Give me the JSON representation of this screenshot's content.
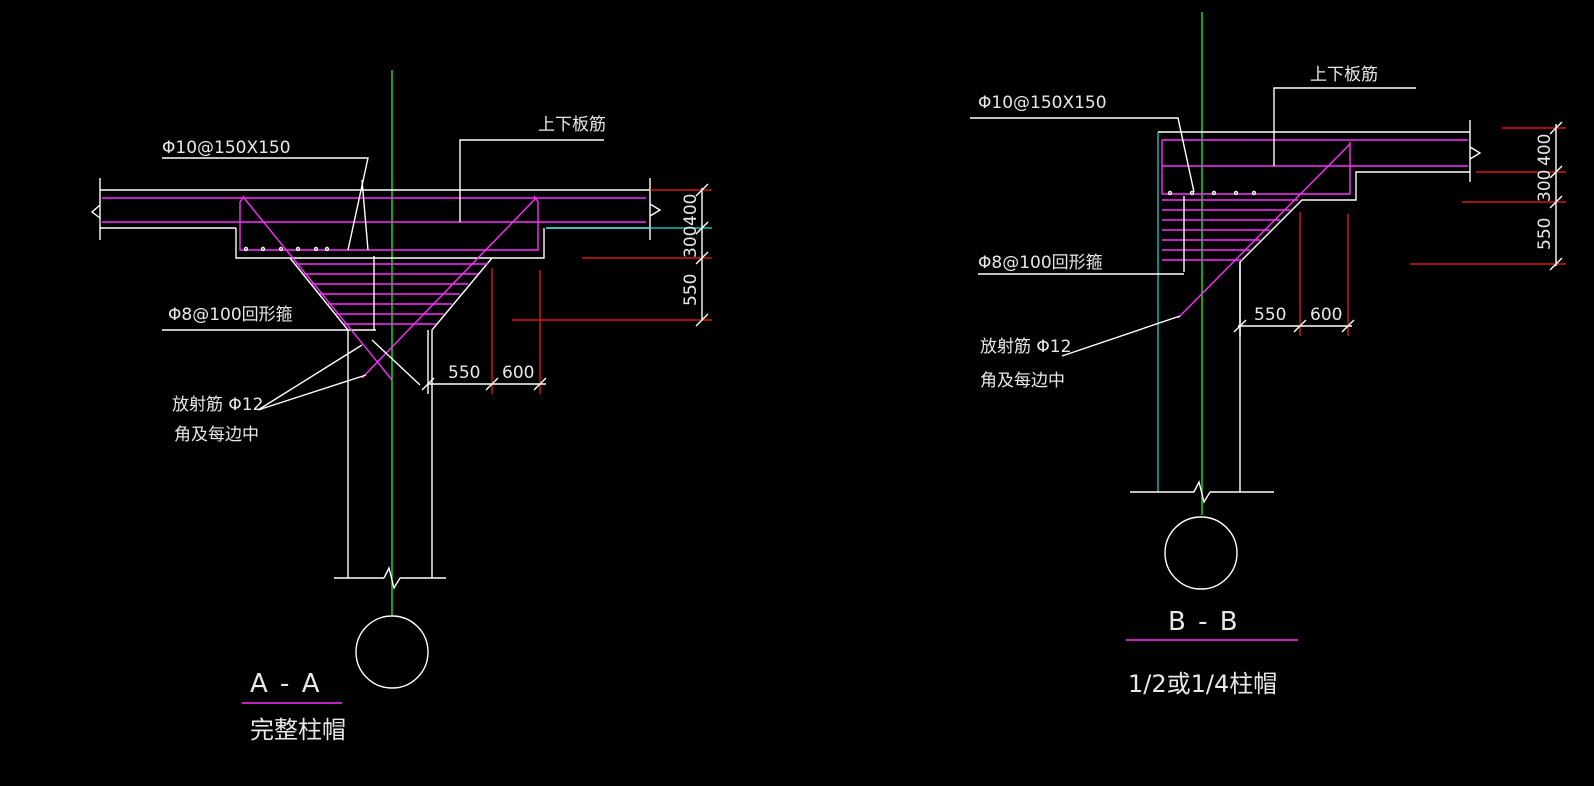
{
  "section_a": {
    "label_bar": "Φ10@150X150",
    "label_top_bottom": "上下板筋",
    "label_stirrup": "Φ8@100回形箍",
    "label_radial": "放射筋  Φ12",
    "label_radial_2": "角及每边中",
    "dim_400": "400",
    "dim_300": "300",
    "dim_550_v": "550",
    "dim_550_h": "550",
    "dim_600_h": "600",
    "title": "A - A",
    "subtitle": "完整柱帽"
  },
  "section_b": {
    "label_bar": "Φ10@150X150",
    "label_top_bottom": "上下板筋",
    "label_stirrup": "Φ8@100回形箍",
    "label_radial": "放射筋  Φ12",
    "label_radial_2": "角及每边中",
    "dim_400": "400",
    "dim_300": "300",
    "dim_550_v": "550",
    "dim_550_h": "550",
    "dim_600_h": "600",
    "title": "B - B",
    "subtitle": "1/2或1/4柱帽"
  },
  "colors": {
    "background": "#000000",
    "outline": "#ffffff",
    "rebar": "#ff2cff",
    "dimension": "#ff1a1a",
    "axis": "#19e619",
    "hidden": "#18e0e0"
  }
}
